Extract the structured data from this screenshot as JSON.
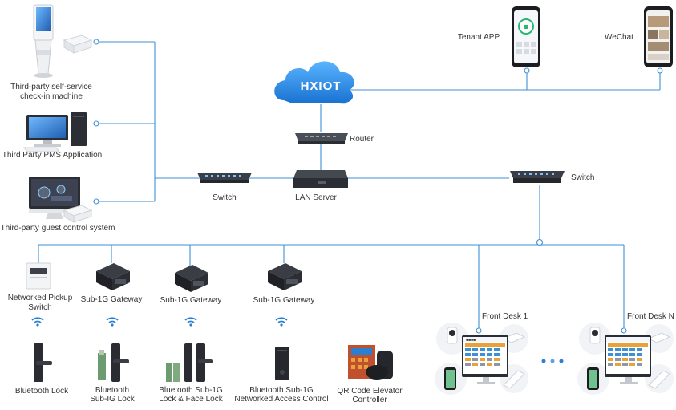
{
  "title": "",
  "cloud": {
    "brand": "HXIOT",
    "subtext": ""
  },
  "labels": {
    "self_service": [
      "Third-party self-service",
      "check-in machine"
    ],
    "pms": "Third Party PMS Application",
    "guest_control": "Third-party guest control system",
    "tenant_app": "Tenant APP",
    "wechat": "WeChat",
    "router": "Router",
    "switch_left": "Switch",
    "lan_server": "LAN Server",
    "switch_right": "Switch",
    "pickup_switch": [
      "Networked Pickup",
      "Switch"
    ],
    "gateway_1": "Sub-1G Gateway",
    "gateway_2": "Sub-1G Gateway",
    "gateway_3": "Sub-1G Gateway",
    "bt_lock": "Bluetooth Lock",
    "bt_sub_lock": [
      "Bluetooth",
      "Sub-IG Lock"
    ],
    "bt_face_lock": [
      "Bluetooth Sub-1G",
      "Lock & Face Lock"
    ],
    "bt_access": [
      "Bluetooth Sub-1G",
      "Networked Access Control"
    ],
    "qr_elevator": [
      "QR Code Elevator",
      "Controller"
    ],
    "front_desk_1": "Front Desk 1",
    "front_desk_n": "Front Desk N"
  },
  "colors": {
    "line": "#3d8fd6",
    "cloud": "#2b8fe0",
    "device_dark": "#2c2f36",
    "device_light": "#f1f2f4",
    "table_header": "#e8a23a"
  },
  "icons": [
    "kiosk-icon",
    "card-encoder-icon",
    "desktop-pc-icon",
    "imac-icon",
    "phone-icon",
    "cloud-icon",
    "router-icon",
    "network-switch-icon",
    "server-icon",
    "wifi-signal-icon",
    "gateway-icon",
    "smart-lock-icon",
    "access-panel-icon",
    "elevator-controller-icon",
    "monitor-icon",
    "camera-icon"
  ]
}
